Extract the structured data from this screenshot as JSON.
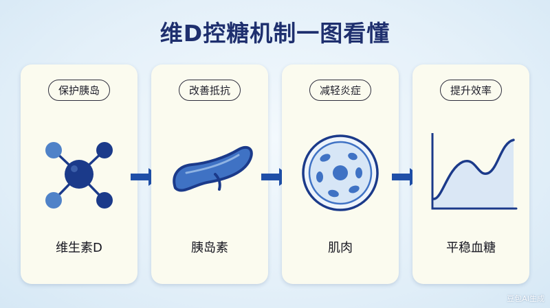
{
  "title": "维D控糖机制一图看懂",
  "steps": [
    {
      "tag": "保护胰岛",
      "label": "维生素D",
      "icon": "molecule-icon"
    },
    {
      "tag": "改善抵抗",
      "label": "胰岛素",
      "icon": "pancreas-icon"
    },
    {
      "tag": "减轻炎症",
      "label": "肌肉",
      "icon": "muscle-cell-icon"
    },
    {
      "tag": "提升效率",
      "label": "平稳血糖",
      "icon": "glucose-curve-icon"
    }
  ],
  "watermark": "豆包AI生成",
  "colors": {
    "title": "#1e2f6e",
    "card_bg": "#fbfbef",
    "dark_blue": "#1b3a8a",
    "mid_blue": "#3f72c4",
    "light_blue": "#a9c8ea",
    "arrow": "#1f4fa8"
  }
}
